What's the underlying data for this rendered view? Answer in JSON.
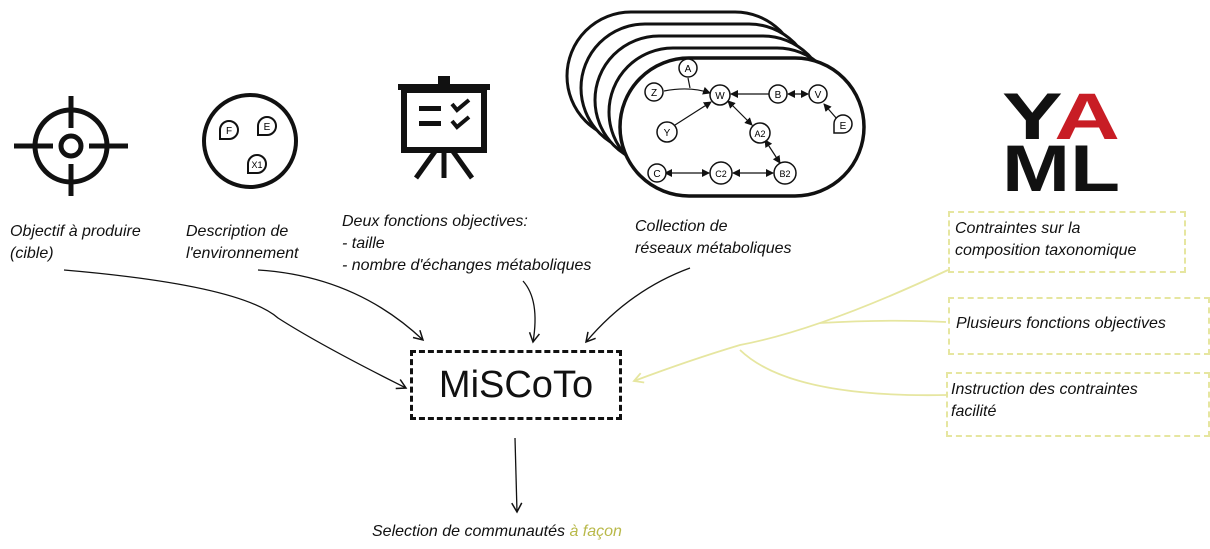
{
  "inputs": {
    "target": {
      "lines": [
        "Objectif à produire",
        "(cible)"
      ]
    },
    "environment": {
      "lines": [
        "Description de",
        "l'environnement"
      ]
    },
    "objectives": {
      "lines": [
        "Deux fonctions objectives:",
        "- taille",
        "- nombre d'échanges métaboliques"
      ]
    },
    "networks": {
      "lines": [
        "Collection de",
        "réseaux métaboliques"
      ]
    }
  },
  "center": {
    "label": "MiSCoTo"
  },
  "output": {
    "text": "Selection de communautés ",
    "accent": "à façon"
  },
  "yaml": {
    "logo_top": "YA",
    "logo_bottom": "ML",
    "features": [
      {
        "lines": [
          "Contraintes sur la",
          "composition taxonomique"
        ]
      },
      {
        "lines": [
          "Plusieurs fonctions objectives"
        ]
      },
      {
        "lines": [
          "Instruction des contraintes",
          "facilité"
        ]
      }
    ]
  },
  "environment_nodes": [
    "F",
    "E",
    "X1"
  ],
  "network_nodes": [
    "A",
    "Z",
    "W",
    "B",
    "V",
    "Y",
    "A2",
    "E",
    "C",
    "C2",
    "B2"
  ],
  "colors": {
    "accent": "#b9b94a",
    "dashed_yellow": "#e6e6a0",
    "yaml_red": "#c81d25",
    "ink": "#111111"
  },
  "icons": [
    "target-icon",
    "environment-icon",
    "presentation-board-icon",
    "network-stack-icon",
    "yaml-logo"
  ]
}
